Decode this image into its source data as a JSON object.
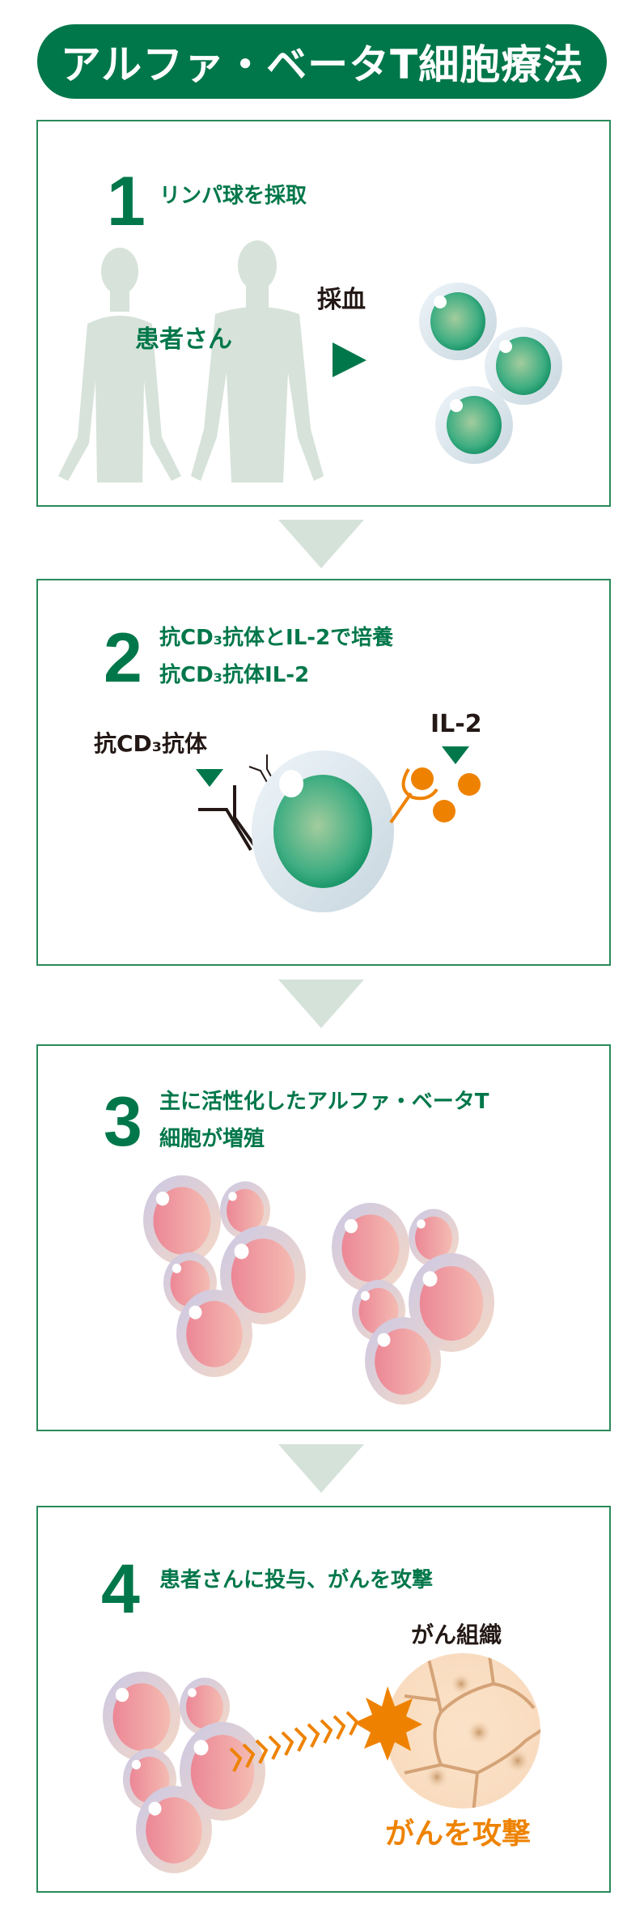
{
  "title": "アルファ・ベータT細胞療法",
  "colors": {
    "brand_green": "#00774a",
    "border": "#2a8a5a",
    "arrow": "#d5e2da",
    "orange": "#ee8200"
  },
  "steps": [
    {
      "number": "1",
      "title": "リンパ球を採取",
      "patient_label": "患者さん",
      "blood_label": "採血"
    },
    {
      "number": "2",
      "title_line1": "抗CD₃抗体とIL-2で培養",
      "title_line2": "抗CD₃抗体IL-2",
      "antibody_label": "抗CD₃抗体",
      "il2_label": "IL-2"
    },
    {
      "number": "3",
      "title_line1": "主に活性化したアルファ・ベータT",
      "title_line2": "細胞が増殖"
    },
    {
      "number": "4",
      "title": "患者さんに投与、がんを攻撃",
      "tissue_label": "がん組織",
      "attack_label": "がんを攻撃"
    }
  ]
}
